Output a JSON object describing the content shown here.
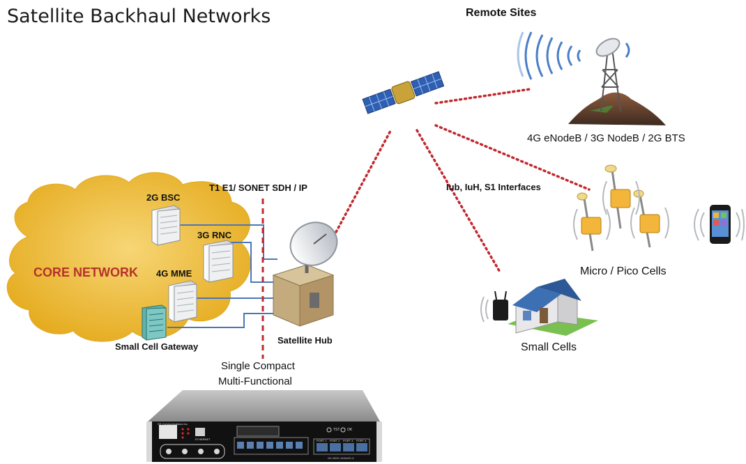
{
  "title": "Satellite Backhaul Networks",
  "labels": {
    "remote_sites": "Remote Sites",
    "enodeb": "4G eNodeB  / 3G NodeB / 2G BTS",
    "interfaces": "Iub, IuH, S1 Interfaces",
    "micro_pico": "Micro / Pico Cells",
    "small_cells": "Small Cells",
    "t1e1": "T1 E1/ SONET SDH /  IP",
    "bsc": "2G BSC",
    "rnc": "3G RNC",
    "mme": "4G MME",
    "core": "CORE NETWORK",
    "gateway": "Small Cell Gateway",
    "hub": "Satellite Hub",
    "compact_line1": "Single Compact",
    "compact_line2": "Multi-Functional"
  },
  "device": {
    "brand": "SS Communications Inc.",
    "button_1": "TST",
    "button_2": "OK",
    "port_1": "PORT 1",
    "port_2": "PORT 2",
    "port_3": "PORT 3",
    "port_4": "PORT 4",
    "ethernet": "ETHERNET",
    "oc_label": "OC-3/OC-12/4xOC-3"
  },
  "colors": {
    "link_red": "#c0282d",
    "cable_blue": "#4a76b8",
    "cloud": "#f2c13a",
    "core_text": "#b5322a"
  }
}
